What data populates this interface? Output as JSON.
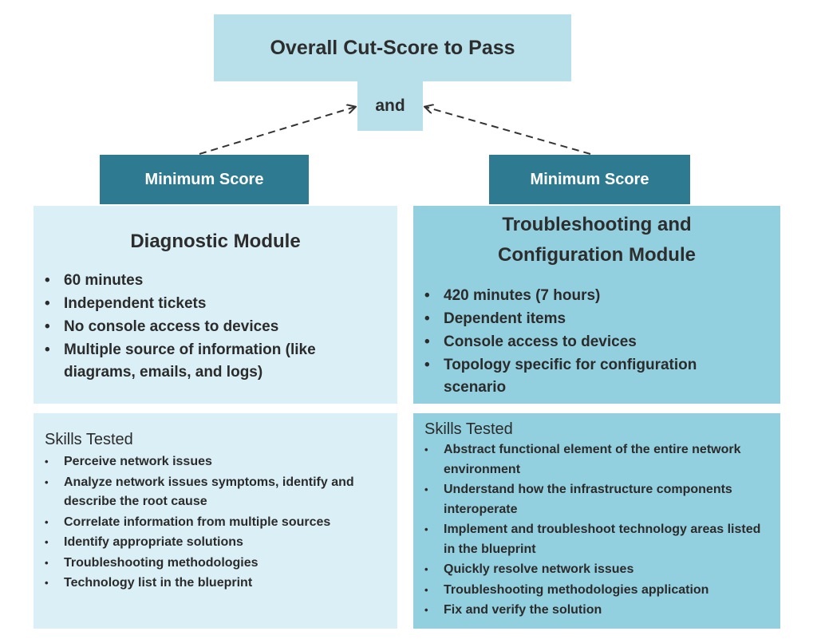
{
  "top": {
    "title": "Overall Cut-Score to Pass",
    "connector": "and"
  },
  "left": {
    "minimum_label": "Minimum Score",
    "module_title": [
      "Diagnostic Module"
    ],
    "module_points": [
      "60 minutes",
      "Independent tickets",
      "No console access to devices",
      "Multiple source of information (like diagrams, emails, and logs)"
    ],
    "skills_title": "Skills Tested",
    "skills": [
      "Perceive network issues",
      "Analyze network issues symptoms, identify and describe the root cause",
      "Correlate information from multiple sources",
      "Identify appropriate solutions",
      "Troubleshooting methodologies",
      "Technology list in the blueprint"
    ]
  },
  "right": {
    "minimum_label": "Minimum Score",
    "module_title": [
      "Troubleshooting and",
      "Configuration Module"
    ],
    "module_points": [
      "420 minutes (7 hours)",
      "Dependent items",
      "Console access to devices",
      "Topology specific for configuration scenario"
    ],
    "skills_title": "Skills Tested",
    "skills": [
      "Abstract functional element of the entire network environment",
      "Understand how the infrastructure components interoperate",
      "Implement and troubleshoot technology areas listed in the blueprint",
      "Quickly resolve network issues",
      "Troubleshooting methodologies application",
      "Fix and verify the solution"
    ]
  },
  "colors": {
    "light": "#daf0f6",
    "mid": "#93d0df",
    "dark": "#2e7b91",
    "top": "#b7e0ea"
  }
}
